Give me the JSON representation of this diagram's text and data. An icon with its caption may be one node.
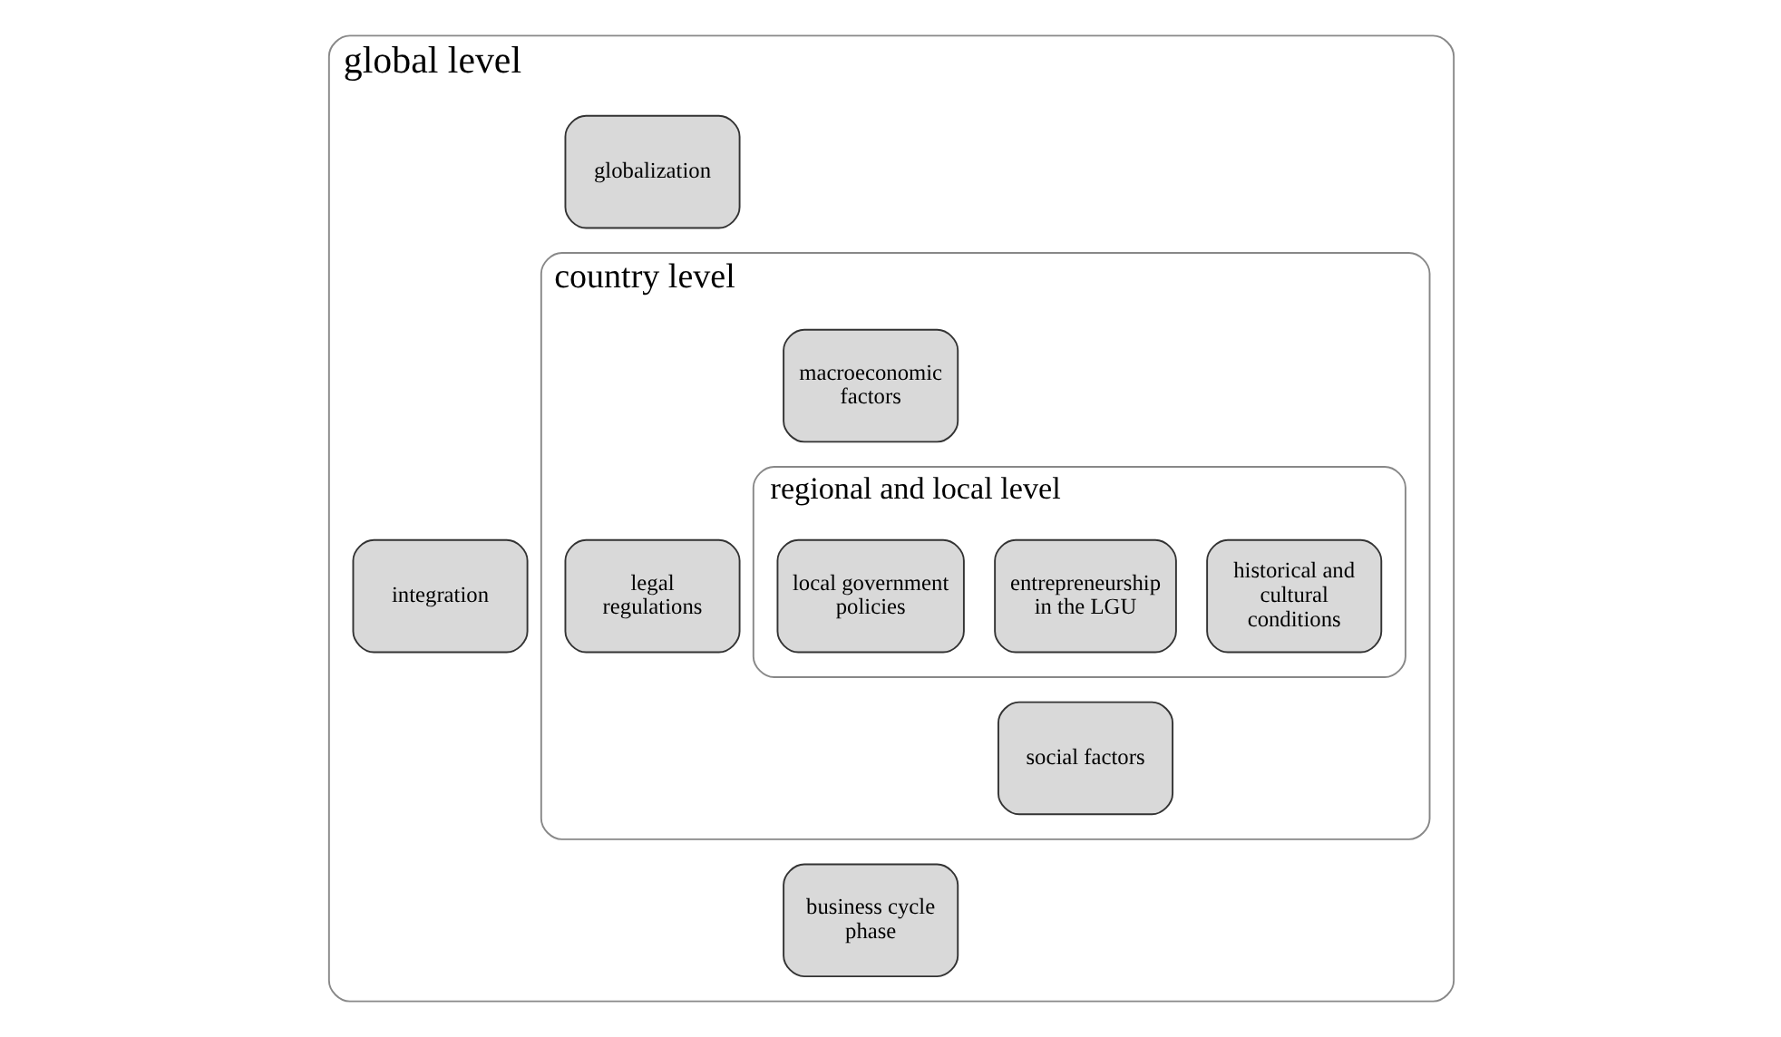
{
  "diagram": {
    "nodes": [
      {
        "text": [
          "global level"
        ]
      },
      {
        "text": [
          "integration"
        ],
        "in": 0
      },
      {
        "text": [
          "globalization"
        ],
        "in": 0
      },
      {
        "text": [
          "business cycle phase"
        ],
        "in": 0
      },
      {
        "text": [
          "country level"
        ],
        "in": 0
      },
      {
        "text": [
          "legal regulations"
        ],
        "in": 4
      },
      {
        "text": [
          "macroeconomic factors"
        ],
        "in": 4
      },
      {
        "text": [
          "social factors"
        ],
        "in": 4
      },
      {
        "text": [
          "regional and local level"
        ],
        "in": 4
      },
      {
        "text": [
          "local government policies"
        ],
        "in": 8
      },
      {
        "text": [
          "entrepreneurship in the LGU"
        ],
        "in": 8
      },
      {
        "text": [
          "historical and cultural conditions"
        ],
        "in": 8
      }
    ],
    "edges": []
  }
}
